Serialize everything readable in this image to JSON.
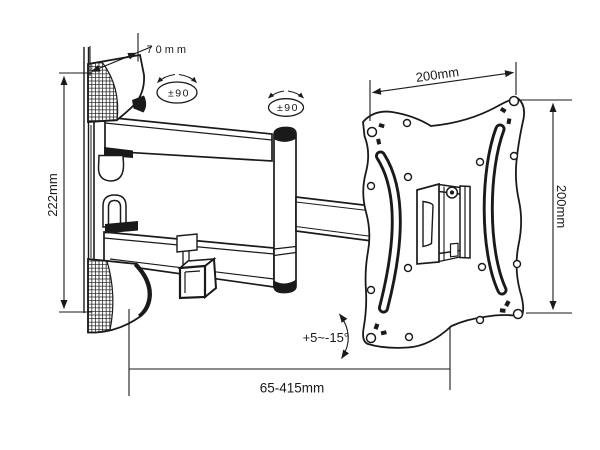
{
  "diagram": {
    "subject": "Articulating TV wall mount bracket - dimensioned technical drawing",
    "background_color": "#ffffff",
    "line_color": "#1a1a1a",
    "dims": {
      "wall_depth": "70mm",
      "wall_height": "222mm",
      "plate_width": "200mm",
      "plate_height": "200mm",
      "extension_range": "65-415mm",
      "tilt_range": "+5~-15°",
      "swivel_wall": "±90",
      "swivel_elbow": "±90"
    }
  }
}
